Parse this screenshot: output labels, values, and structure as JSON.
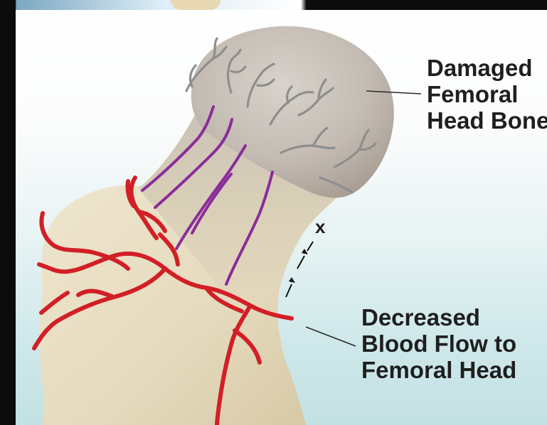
{
  "labels": {
    "damaged": [
      "Damaged",
      "Femoral",
      "Head Bone"
    ],
    "blood_flow": [
      "Decreased",
      "Blood Flow to",
      "Femoral Head"
    ]
  },
  "markers": {
    "blocked": "x"
  },
  "colors": {
    "bone": "#e9dfc6",
    "femoral_head": "#c9c2ba",
    "artery": "#d21f26",
    "vein_purple": "#8a2c9a",
    "vessel_grey": "#9c9c9c",
    "label_text": "#1f1f1f",
    "background_bottom": "#c3e1e4"
  }
}
